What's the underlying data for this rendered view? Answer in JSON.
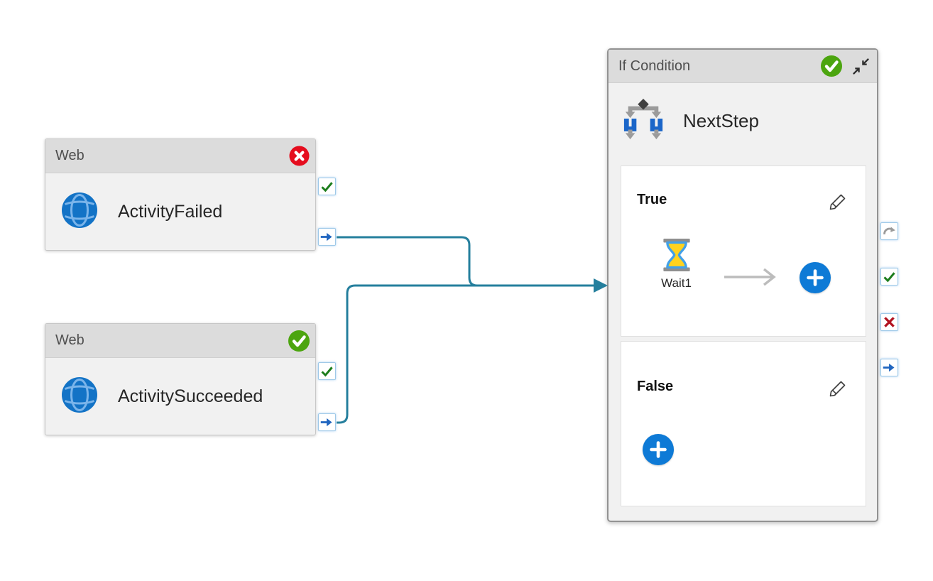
{
  "diagram": {
    "web_failed": {
      "header": "Web",
      "name": "ActivityFailed",
      "status": "failed"
    },
    "web_succeeded": {
      "header": "Web",
      "name": "ActivitySucceeded",
      "status": "succeeded"
    },
    "if_condition": {
      "header": "If Condition",
      "name": "NextStep",
      "status": "succeeded",
      "true_branch": {
        "label": "True",
        "wait_name": "Wait1"
      },
      "false_branch": {
        "label": "False"
      }
    }
  },
  "colors": {
    "connector_line": "#257f9d",
    "badge_green": "#4ca50f",
    "badge_red": "#e50d1e",
    "plus_blue": "#0e7ad6",
    "globe_blue": "#1373c6",
    "globe_lines": "#7ab4ea",
    "if_icon_blue": "#1b66c9",
    "check_green": "#1c7d1c",
    "arrow_blue": "#2166c0",
    "fail_red": "#b11220",
    "gray_icon": "#9b9b9b"
  }
}
